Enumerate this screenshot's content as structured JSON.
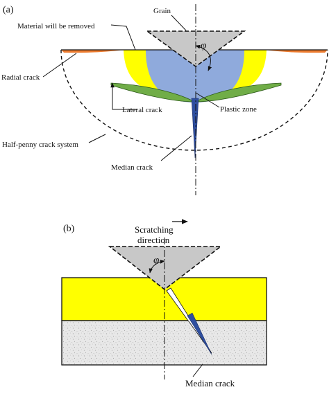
{
  "panel_a": {
    "tag": "(a)",
    "labels": {
      "grain": "Grain",
      "material_removed": "Material will be removed",
      "radial_crack": "Radial crack",
      "lateral_crack": "Lateral crack",
      "plastic_zone": "Plastic zone",
      "half_penny": "Half-penny crack system",
      "median_crack": "Median crack",
      "phi": "φ"
    }
  },
  "panel_b": {
    "tag": "(b)",
    "labels": {
      "scratching_line1": "Scratching",
      "scratching_line2": "direction",
      "phi": "φ",
      "median_crack": "Median crack"
    }
  },
  "colors": {
    "yellow": "#ffff00",
    "blue": "#8faadc",
    "green": "#70ad47",
    "orange": "#ed7d31",
    "grain_gray": "#c8c8c8",
    "crack_blue": "#2f4f9f",
    "texture_gray": "#e6e6e6"
  }
}
